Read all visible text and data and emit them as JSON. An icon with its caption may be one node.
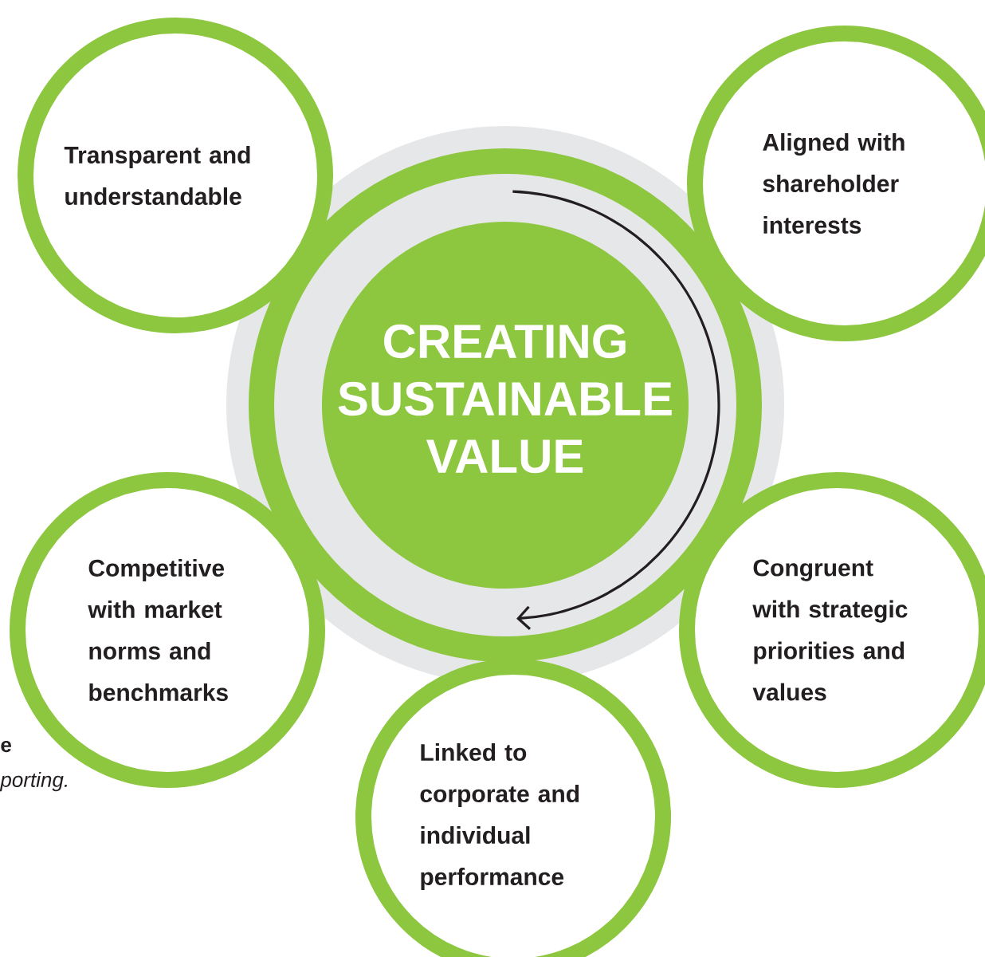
{
  "diagram": {
    "nodes": [
      {
        "text": [
          "Transparent and understandable"
        ]
      },
      {
        "text": [
          "Aligned with shareholder interests"
        ]
      },
      {
        "text": [
          "CREATING SUSTAINABLE VALUE"
        ]
      },
      {
        "text": [
          "Competitive with market norms and benchmarks"
        ]
      },
      {
        "text": [
          "Congruent with strategic priorities and values"
        ]
      },
      {
        "text": [
          "Linked to corporate and individual performance"
        ]
      }
    ],
    "labels": [
      "e",
      "porting."
    ]
  }
}
